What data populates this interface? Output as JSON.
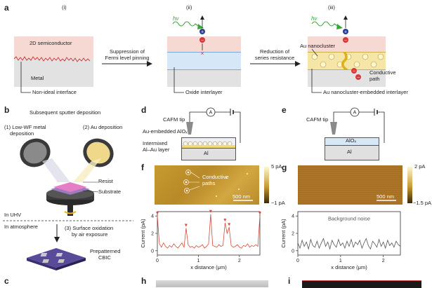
{
  "panel_a": {
    "label": "a",
    "subpanels": [
      "(i)",
      "(ii)",
      "(iii)"
    ],
    "semiconductor": "2D semiconductor",
    "metal": "Metal",
    "non_ideal": "Non-ideal interface",
    "arrow1": "Suppression of Fermi level pinning",
    "arrow1_line1": "Suppression of",
    "arrow1_line2": "Fermi level pinning",
    "oxide": "Oxide interlayer",
    "arrow2_line1": "Reduction of",
    "arrow2_line2": "series resistance",
    "hv": "hν",
    "au_nano": "Au nanocluster",
    "conductive_path_line1": "Conductive",
    "conductive_path_line2": "path",
    "au_embedded": "Au nanocluster-embedded interlayer",
    "colors": {
      "semiconductor": "#f7d9d3",
      "metal": "#e2e2e2",
      "oxide": "#d6e8f8",
      "cluster": "#f5e6a8",
      "wave": "#3aa33a",
      "plus": "#2a3f93",
      "minus": "#d63a3a"
    }
  },
  "panel_b": {
    "label": "b",
    "title": "Subsequent sputter deposition",
    "low_wf_line1": "(1) Low-WF metal",
    "low_wf_line2": "deposition",
    "au_dep": "(2) Au deposition",
    "resist": "Resist",
    "substrate": "Substrate",
    "in_uhv": "In UHV",
    "in_atm": "In atmosphere",
    "surface_ox_line1": "(3) Surface oxidation",
    "surface_ox_line2": "by air exposure",
    "prepatterned_line1": "Prepatterned",
    "prepatterned_line2": "CBIC"
  },
  "panel_d": {
    "label": "d",
    "tip": "CAFM tip",
    "ammeter": "A",
    "au_aiox": "Au-embedded AlOₓ",
    "intermixed_line1": "Intermixed",
    "intermixed_line2": "Al–Au layer",
    "al": "Al"
  },
  "panel_e": {
    "label": "e",
    "tip": "CAFM tip",
    "ammeter": "A",
    "aiox": "AlOₓ",
    "al": "Al"
  },
  "panel_f": {
    "label": "f",
    "scale_max": "5 pA",
    "scale_min": "−1 pA",
    "scalebar": "500 nm",
    "annotation_line1": "Conductive",
    "annotation_line2": "paths"
  },
  "panel_g": {
    "label": "g",
    "scale_max": "2 pA",
    "scale_min": "−1.5 pA",
    "scalebar": "500 nm",
    "noise": "Background noise"
  },
  "panel_c": {
    "label": "c"
  },
  "panel_h": {
    "label": "h"
  },
  "panel_i": {
    "label": "i"
  },
  "chart_data": [
    {
      "type": "line",
      "panel": "f",
      "xlabel": "x distance (μm)",
      "ylabel": "Current (pA)",
      "xlim": [
        0,
        2.5
      ],
      "ylim": [
        -0.5,
        4.5
      ],
      "xticks": [
        0,
        1,
        2
      ],
      "yticks": [
        0,
        2,
        4
      ],
      "color": "#d64a3a",
      "x": [
        0.0,
        0.05,
        0.1,
        0.15,
        0.2,
        0.25,
        0.3,
        0.35,
        0.4,
        0.45,
        0.5,
        0.55,
        0.6,
        0.65,
        0.7,
        0.75,
        0.8,
        0.85,
        0.9,
        0.95,
        1.0,
        1.05,
        1.1,
        1.15,
        1.2,
        1.25,
        1.3,
        1.35,
        1.4,
        1.45,
        1.5,
        1.55,
        1.6,
        1.65,
        1.7,
        1.75,
        1.8,
        1.85,
        1.9,
        1.95,
        2.0,
        2.05,
        2.1,
        2.15,
        2.2,
        2.25,
        2.3,
        2.35,
        2.4,
        2.45,
        2.5
      ],
      "y": [
        4.0,
        0.8,
        0.4,
        0.9,
        0.5,
        0.3,
        0.6,
        0.4,
        0.8,
        0.5,
        0.3,
        0.6,
        0.9,
        0.4,
        2.6,
        0.7,
        0.4,
        0.5,
        0.3,
        0.6,
        0.4,
        0.5,
        0.7,
        0.3,
        0.5,
        0.8,
        4.2,
        0.6,
        0.5,
        0.4,
        0.7,
        0.5,
        0.6,
        3.2,
        2.0,
        2.7,
        0.6,
        0.4,
        0.5,
        0.7,
        0.4,
        0.3,
        0.6,
        0.5,
        0.8,
        0.4,
        0.6,
        0.5,
        0.7,
        0.5,
        4.0
      ]
    },
    {
      "type": "line",
      "panel": "g",
      "xlabel": "x distance (μm)",
      "ylabel": "Current (pA)",
      "xlim": [
        0,
        2.4
      ],
      "ylim": [
        -0.5,
        4.5
      ],
      "xticks": [
        0,
        1,
        2
      ],
      "yticks": [
        0,
        2,
        4
      ],
      "color": "#555555",
      "x": [
        0.0,
        0.05,
        0.1,
        0.15,
        0.2,
        0.25,
        0.3,
        0.35,
        0.4,
        0.45,
        0.5,
        0.55,
        0.6,
        0.65,
        0.7,
        0.75,
        0.8,
        0.85,
        0.9,
        0.95,
        1.0,
        1.05,
        1.1,
        1.15,
        1.2,
        1.25,
        1.3,
        1.35,
        1.4,
        1.45,
        1.5,
        1.55,
        1.6,
        1.65,
        1.7,
        1.75,
        1.8,
        1.85,
        1.9,
        1.95,
        2.0,
        2.05,
        2.1,
        2.15,
        2.2,
        2.25,
        2.3,
        2.35,
        2.4
      ],
      "y": [
        0.9,
        0.3,
        1.2,
        0.5,
        1.0,
        0.2,
        1.3,
        0.6,
        0.4,
        1.1,
        0.3,
        0.9,
        1.4,
        0.5,
        1.0,
        0.2,
        1.2,
        0.7,
        0.4,
        1.3,
        0.6,
        0.9,
        0.3,
        1.1,
        0.5,
        1.3,
        0.4,
        1.0,
        0.7,
        1.2,
        0.3,
        0.9,
        1.4,
        0.6,
        0.2,
        1.1,
        0.8,
        0.4,
        1.3,
        0.5,
        1.0,
        0.3,
        1.2,
        0.6,
        0.9,
        0.4,
        1.1,
        0.7,
        0.5
      ]
    }
  ]
}
